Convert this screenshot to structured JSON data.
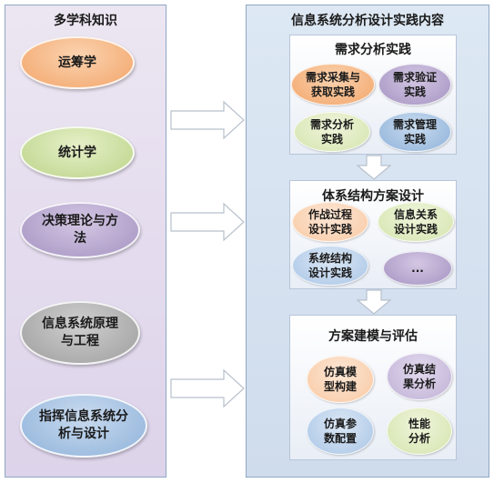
{
  "left_panel": {
    "title": "多学科知识",
    "items": [
      {
        "label": "运筹学"
      },
      {
        "label": "统计学"
      },
      {
        "label": "决策理论与方法"
      },
      {
        "label": "信息系统原理与工程"
      },
      {
        "label": "指挥信息系统分析与设计"
      }
    ]
  },
  "right_panel": {
    "title": "信息系统分析设计实践内容",
    "sections": [
      {
        "title": "需求分析实践",
        "items": [
          {
            "label": "需求采集与获取实践"
          },
          {
            "label": "需求验证实践"
          },
          {
            "label": "需求分析实践"
          },
          {
            "label": "需求管理实践"
          }
        ]
      },
      {
        "title": "体系结构方案设计",
        "items": [
          {
            "label": "作战过程设计实践"
          },
          {
            "label": "信息关系设计实践"
          },
          {
            "label": "系统结构设计实践"
          },
          {
            "label": "..."
          }
        ]
      },
      {
        "title": "方案建模与评估",
        "items": [
          {
            "label": "仿真模型构建"
          },
          {
            "label": "仿真结果分析"
          },
          {
            "label": "仿真参数配置"
          },
          {
            "label": "性能分析"
          }
        ]
      }
    ]
  }
}
